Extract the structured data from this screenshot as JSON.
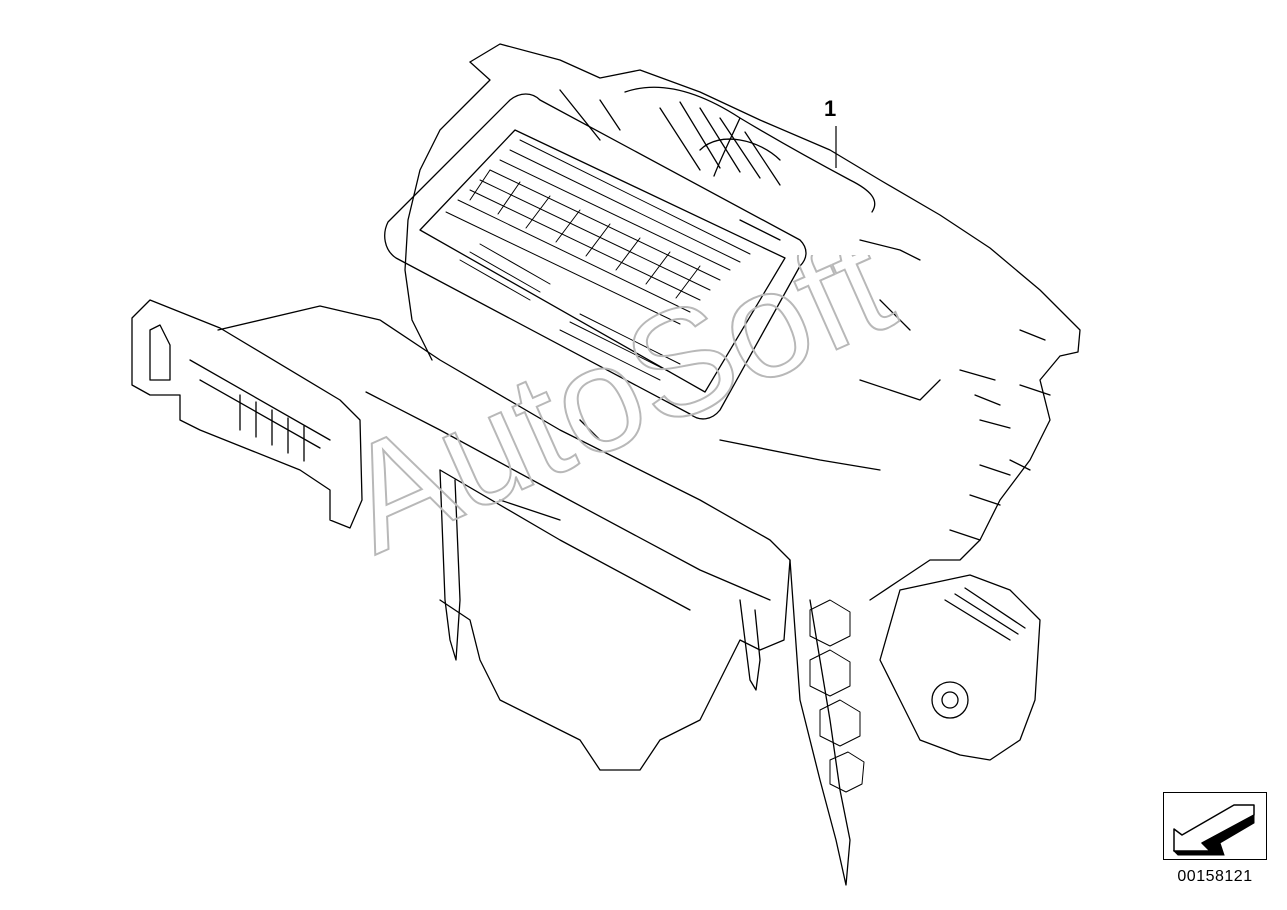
{
  "diagram": {
    "callout_number": "1",
    "reference_number": "00158121",
    "watermark_text": "AutoSoft",
    "line_color": "#000000",
    "background_color": "#ffffff",
    "watermark_color": "#b8b8b8"
  }
}
